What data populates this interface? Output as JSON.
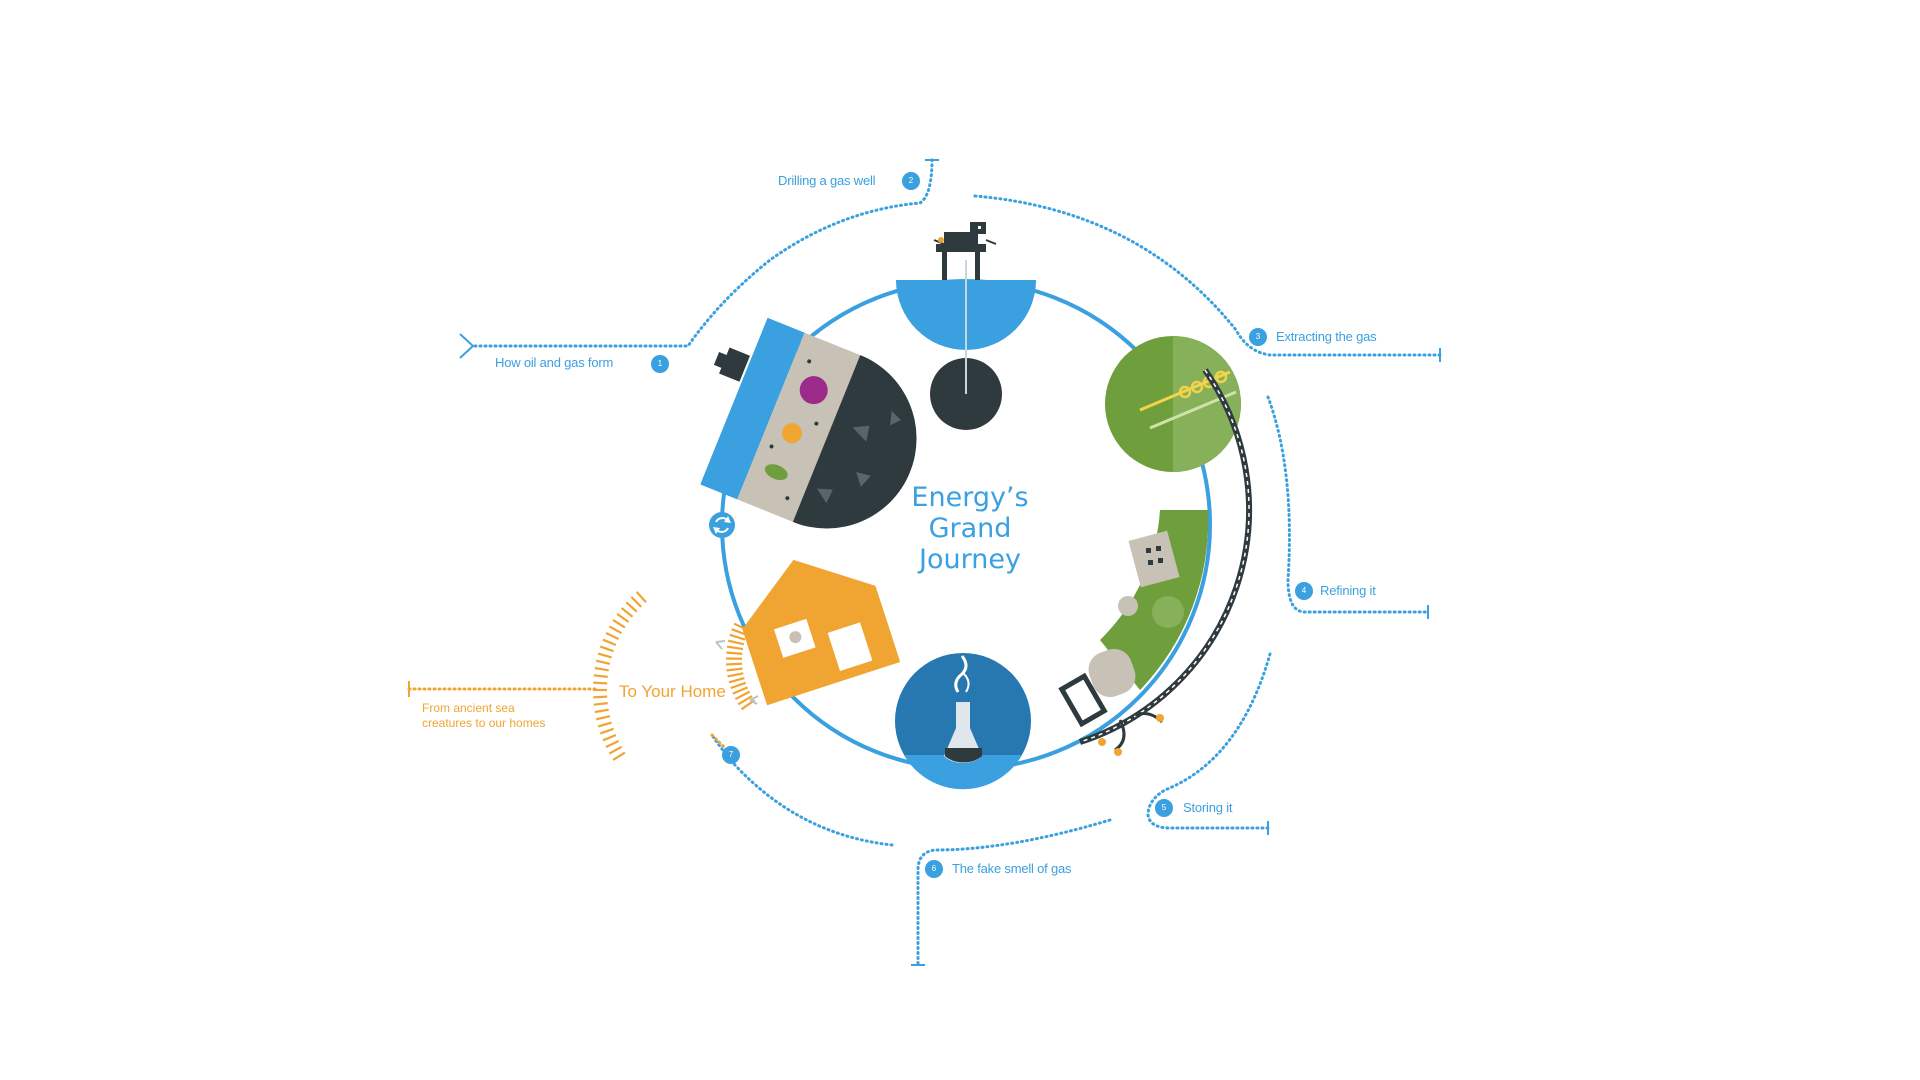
{
  "title_lines": [
    "Energy’s",
    "Grand",
    "Journey"
  ],
  "steps": [
    {
      "label": "How oil and gas form",
      "number": "1"
    },
    {
      "label": "Drilling a gas well",
      "number": "2"
    },
    {
      "label": "Extracting the gas",
      "number": "3"
    },
    {
      "label": "Refining it",
      "number": "4"
    },
    {
      "label": "Storing it",
      "number": "5"
    },
    {
      "label": "The fake smell of gas",
      "number": "6"
    },
    {
      "label": "",
      "number": "7"
    }
  ],
  "home_label": "To Your Home",
  "caption_lines": [
    "From ancient sea",
    "creatures to our homes"
  ],
  "colors": {
    "accent_blue": "#3aa0df",
    "orange": "#f0a431",
    "dark": "#2f3a3f",
    "green": "#6f9e3d",
    "stone": "#c7c1b6"
  }
}
